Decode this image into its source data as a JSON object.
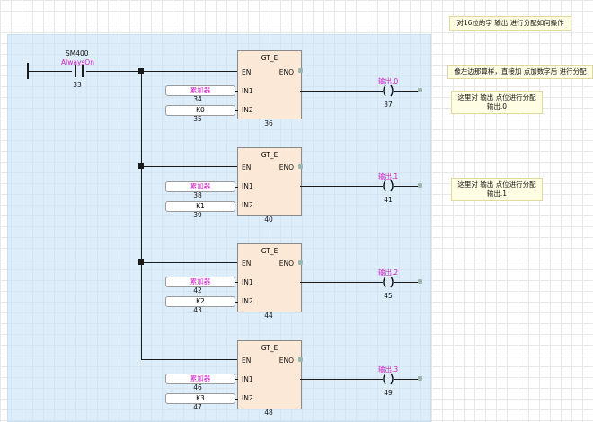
{
  "contact": {
    "address": "SM400",
    "comment": "AlwaysOn",
    "step": "33"
  },
  "rungs": [
    {
      "title": "GT_E",
      "en": "EN",
      "eno": "ENO",
      "in1": "IN1",
      "in2": "IN2",
      "in1_value": "累加器",
      "in1_step": "34",
      "in2_value": "K0",
      "in2_step": "35",
      "block_step": "36",
      "out_label": "输出.0",
      "out_step": "37"
    },
    {
      "title": "GT_E",
      "en": "EN",
      "eno": "ENO",
      "in1": "IN1",
      "in2": "IN2",
      "in1_value": "累加器",
      "in1_step": "38",
      "in2_value": "K1",
      "in2_step": "39",
      "block_step": "40",
      "out_label": "输出.1",
      "out_step": "41"
    },
    {
      "title": "GT_E",
      "en": "EN",
      "eno": "ENO",
      "in1": "IN1",
      "in2": "IN2",
      "in1_value": "累加器",
      "in1_step": "42",
      "in2_value": "K2",
      "in2_step": "43",
      "block_step": "44",
      "out_label": "输出.2",
      "out_step": "45"
    },
    {
      "title": "GT_E",
      "en": "EN",
      "eno": "ENO",
      "in1": "IN1",
      "in2": "IN2",
      "in1_value": "累加器",
      "in1_step": "46",
      "in2_value": "K3",
      "in2_step": "47",
      "block_step": "48",
      "out_label": "输出.3",
      "out_step": "49"
    }
  ],
  "comments": {
    "c1": "对16位的字 输出 进行分配如何操作",
    "c2": "像左边那算样，直接加 点加数字后 进行分配",
    "c3_line1": "这里对 输出 点位进行分配",
    "c3_line2": "输出.0",
    "c4_line1": "这里对 输出 点位进行分配",
    "c4_line2": "输出.1"
  },
  "colors": {
    "region": "#c8e1f6",
    "block": "#fbe8d6",
    "comment": "#fffde4",
    "device_comment": "#d020c8"
  }
}
